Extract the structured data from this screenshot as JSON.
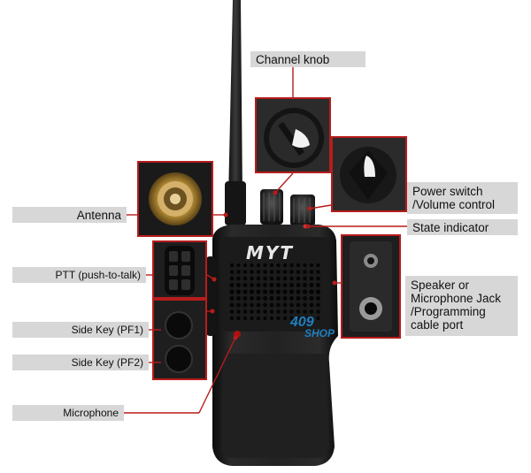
{
  "labels": {
    "channel_knob": "Channel knob",
    "antenna": "Antenna",
    "power_switch": "Power switch\n/Volume control",
    "state_indicator": "State indicator",
    "ptt": "PTT (push-to-talk)",
    "speaker_jack": "Speaker or\nMicrophone Jack\n/Programming\ncable port",
    "side_key_1": "Side Key (PF1)",
    "side_key_2": "Side Key (PF2)",
    "microphone": "Microphone"
  },
  "brand_logo": "MYT",
  "watermark": {
    "number": "409",
    "word": "SHOP"
  },
  "colors": {
    "accent_line": "#b71c1c",
    "label_bg": "#d7d7d7",
    "radio_body": "#1e1e1e"
  }
}
